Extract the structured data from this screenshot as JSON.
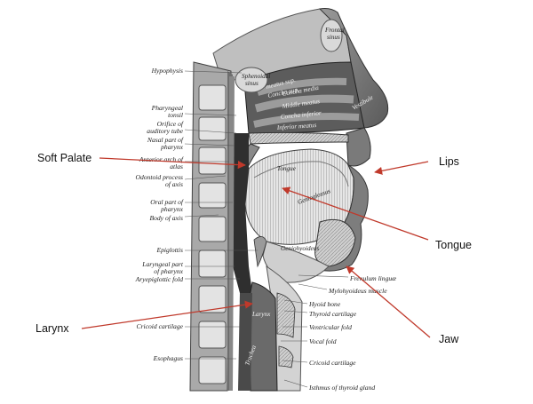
{
  "callouts": {
    "soft_palate": "Soft Palate",
    "lips": "Lips",
    "tongue": "Tongue",
    "larynx": "Larynx",
    "jaw": "Jaw"
  },
  "left_labels": {
    "hypophysis": "Hypophysis",
    "pharyngeal_tonsil_1": "Pharyngeal",
    "pharyngeal_tonsil_2": "tonsil",
    "orifice_1": "Orifice of",
    "orifice_2": "auditory tube",
    "nasal_part_1": "Nasal part of",
    "nasal_part_2": "pharynx",
    "anterior_arch_1": "Anterior arch of",
    "anterior_arch_2": "atlas",
    "odontoid_1": "Odontoid process",
    "odontoid_2": "of axis",
    "oral_part_1": "Oral part of",
    "oral_part_2": "pharynx",
    "body_of_axis": "Body of axis",
    "epiglottis": "Epiglottis",
    "laryngeal_part_1": "Laryngeal part",
    "laryngeal_part_2": "of pharynx",
    "aryepiglottic": "Aryepiglottic fold",
    "cricoid_left": "Cricoid cartilage",
    "esophagus": "Esophagus"
  },
  "right_labels": {
    "frenulum": "Frenulum linguæ",
    "mylohyoideus": "Mylohyoideus muscle",
    "hyoid": "Hyoid bone",
    "thyroid": "Thyroid cartilage",
    "ventricular": "Ventricular fold",
    "vocal": "Vocal fold",
    "cricoid_right": "Cricoid cartilage",
    "isthmus": "Isthmus of thyroid gland"
  },
  "inner_labels": {
    "frontal_1": "Frontal",
    "frontal_2": "sinus",
    "sphenoidal_1": "Sphenoidal",
    "sphenoidal_2": "sinus",
    "meatus_sup": "meatus sup.",
    "concha_sup": "Concha sup.",
    "concha_media": "Concha media",
    "middle_meatus": "Middle meatus",
    "concha_inferior": "Concha inferior",
    "inferior_meatus": "Inferior meatus",
    "vestibule": "Vestibule",
    "tongue_inner": "Tongue",
    "genioglossus": "Genioglossus",
    "geniohyoideus": "Geniohyoideus",
    "larynx_inner": "Larynx",
    "trachea": "Trachea"
  },
  "colors": {
    "arrow": "#c0392b",
    "tissue_dark": "#3a3a3a",
    "tissue_mid": "#8a8a8a",
    "tissue_light": "#d6d6d6",
    "bone": "#b8b8b8"
  }
}
